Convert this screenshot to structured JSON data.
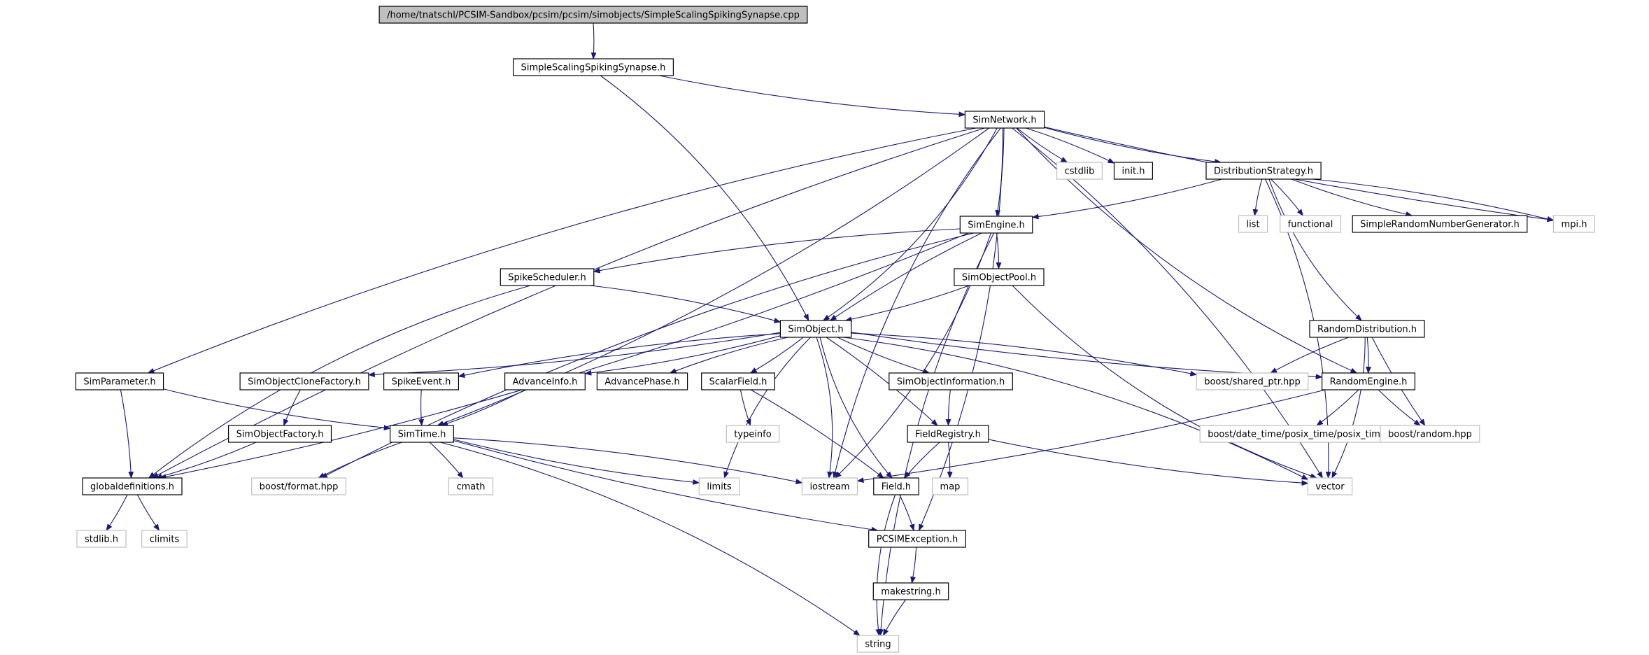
{
  "colors": {
    "edge": "#191970",
    "root_fill": "#bfbfbf",
    "lib_border": "#bfbfbf",
    "node_border": "#000000"
  },
  "nodes": [
    {
      "id": "root",
      "label": "/home/tnatschl/PCSIM-Sandbox/pcsim/pcsim/simobjects/SimpleScalingSpikingSynapse.cpp",
      "kind": "root"
    },
    {
      "id": "sssyn",
      "label": "SimpleScalingSpikingSynapse.h",
      "kind": "file"
    },
    {
      "id": "simnet",
      "label": "SimNetwork.h",
      "kind": "file"
    },
    {
      "id": "cstdlib",
      "label": "cstdlib",
      "kind": "lib"
    },
    {
      "id": "init",
      "label": "init.h",
      "kind": "file"
    },
    {
      "id": "diststrat",
      "label": "DistributionStrategy.h",
      "kind": "file"
    },
    {
      "id": "simengine",
      "label": "SimEngine.h",
      "kind": "file"
    },
    {
      "id": "list",
      "label": "list",
      "kind": "lib"
    },
    {
      "id": "functional",
      "label": "functional",
      "kind": "lib"
    },
    {
      "id": "srng",
      "label": "SimpleRandomNumberGenerator.h",
      "kind": "file"
    },
    {
      "id": "mpi",
      "label": "mpi.h",
      "kind": "lib"
    },
    {
      "id": "spikesched",
      "label": "SpikeScheduler.h",
      "kind": "file"
    },
    {
      "id": "simobjpool",
      "label": "SimObjectPool.h",
      "kind": "file"
    },
    {
      "id": "simobject",
      "label": "SimObject.h",
      "kind": "file"
    },
    {
      "id": "randdist",
      "label": "RandomDistribution.h",
      "kind": "file"
    },
    {
      "id": "simparam",
      "label": "SimParameter.h",
      "kind": "file"
    },
    {
      "id": "socf",
      "label": "SimObjectCloneFactory.h",
      "kind": "file"
    },
    {
      "id": "spikeevent",
      "label": "SpikeEvent.h",
      "kind": "file"
    },
    {
      "id": "advinfo",
      "label": "AdvanceInfo.h",
      "kind": "file"
    },
    {
      "id": "advphase",
      "label": "AdvancePhase.h",
      "kind": "file"
    },
    {
      "id": "scalarfield",
      "label": "ScalarField.h",
      "kind": "file"
    },
    {
      "id": "soinfo",
      "label": "SimObjectInformation.h",
      "kind": "file"
    },
    {
      "id": "sharedptr",
      "label": "boost/shared_ptr.hpp",
      "kind": "lib"
    },
    {
      "id": "randeng",
      "label": "RandomEngine.h",
      "kind": "file"
    },
    {
      "id": "sofact",
      "label": "SimObjectFactory.h",
      "kind": "file"
    },
    {
      "id": "simtime",
      "label": "SimTime.h",
      "kind": "file"
    },
    {
      "id": "typeinfo",
      "label": "typeinfo",
      "kind": "lib"
    },
    {
      "id": "fieldreg",
      "label": "FieldRegistry.h",
      "kind": "file"
    },
    {
      "id": "posix",
      "label": "boost/date_time/posix_time/posix_time.hpp",
      "kind": "lib"
    },
    {
      "id": "brandom",
      "label": "boost/random.hpp",
      "kind": "lib"
    },
    {
      "id": "globdef",
      "label": "globaldefinitions.h",
      "kind": "file"
    },
    {
      "id": "bformat",
      "label": "boost/format.hpp",
      "kind": "lib"
    },
    {
      "id": "cmath",
      "label": "cmath",
      "kind": "lib"
    },
    {
      "id": "limits",
      "label": "limits",
      "kind": "lib"
    },
    {
      "id": "iostream",
      "label": "iostream",
      "kind": "lib"
    },
    {
      "id": "field",
      "label": "Field.h",
      "kind": "file"
    },
    {
      "id": "map",
      "label": "map",
      "kind": "lib"
    },
    {
      "id": "vector",
      "label": "vector",
      "kind": "lib"
    },
    {
      "id": "stdlib",
      "label": "stdlib.h",
      "kind": "lib"
    },
    {
      "id": "climits",
      "label": "climits",
      "kind": "lib"
    },
    {
      "id": "pcsimexc",
      "label": "PCSIMException.h",
      "kind": "file"
    },
    {
      "id": "makestring",
      "label": "makestring.h",
      "kind": "file"
    },
    {
      "id": "string",
      "label": "string",
      "kind": "lib"
    }
  ],
  "edges": [
    [
      "root",
      "sssyn"
    ],
    [
      "sssyn",
      "simnet"
    ],
    [
      "sssyn",
      "simobject"
    ],
    [
      "simnet",
      "cstdlib"
    ],
    [
      "simnet",
      "init"
    ],
    [
      "simnet",
      "diststrat"
    ],
    [
      "simnet",
      "simengine"
    ],
    [
      "simnet",
      "mpi"
    ],
    [
      "simnet",
      "simobject"
    ],
    [
      "simnet",
      "simparam"
    ],
    [
      "simnet",
      "simtime"
    ],
    [
      "simnet",
      "iostream"
    ],
    [
      "simnet",
      "pcsimexc"
    ],
    [
      "simnet",
      "randeng"
    ],
    [
      "simnet",
      "vector"
    ],
    [
      "simnet",
      "globdef"
    ],
    [
      "diststrat",
      "simengine"
    ],
    [
      "diststrat",
      "list"
    ],
    [
      "diststrat",
      "functional"
    ],
    [
      "diststrat",
      "srng"
    ],
    [
      "diststrat",
      "mpi"
    ],
    [
      "diststrat",
      "randdist"
    ],
    [
      "diststrat",
      "vector"
    ],
    [
      "simengine",
      "spikesched"
    ],
    [
      "simengine",
      "simobjpool"
    ],
    [
      "simengine",
      "simobject"
    ],
    [
      "simengine",
      "globdef"
    ],
    [
      "simengine",
      "bformat"
    ],
    [
      "simengine",
      "iostream"
    ],
    [
      "simengine",
      "string"
    ],
    [
      "spikesched",
      "simobject"
    ],
    [
      "spikesched",
      "globdef"
    ],
    [
      "simobjpool",
      "simobject"
    ],
    [
      "simobjpool",
      "vector"
    ],
    [
      "simobject",
      "socf"
    ],
    [
      "simobject",
      "spikeevent"
    ],
    [
      "simobject",
      "advinfo"
    ],
    [
      "simobject",
      "advphase"
    ],
    [
      "simobject",
      "scalarfield"
    ],
    [
      "simobject",
      "soinfo"
    ],
    [
      "simobject",
      "sharedptr"
    ],
    [
      "simobject",
      "randeng"
    ],
    [
      "simobject",
      "fieldreg"
    ],
    [
      "simobject",
      "field"
    ],
    [
      "simobject",
      "iostream"
    ],
    [
      "simobject",
      "limits"
    ],
    [
      "simobject",
      "vector"
    ],
    [
      "randdist",
      "sharedptr"
    ],
    [
      "randdist",
      "randeng"
    ],
    [
      "randdist",
      "brandom"
    ],
    [
      "randdist",
      "vector"
    ],
    [
      "simparam",
      "simtime"
    ],
    [
      "simparam",
      "globdef"
    ],
    [
      "socf",
      "sofact"
    ],
    [
      "sofact",
      "globdef"
    ],
    [
      "spikeevent",
      "simtime"
    ],
    [
      "advinfo",
      "simtime"
    ],
    [
      "scalarfield",
      "typeinfo"
    ],
    [
      "scalarfield",
      "field"
    ],
    [
      "soinfo",
      "fieldreg"
    ],
    [
      "randeng",
      "posix"
    ],
    [
      "randeng",
      "brandom"
    ],
    [
      "randeng",
      "iostream"
    ],
    [
      "simtime",
      "bformat"
    ],
    [
      "simtime",
      "cmath"
    ],
    [
      "simtime",
      "limits"
    ],
    [
      "simtime",
      "iostream"
    ],
    [
      "simtime",
      "pcsimexc"
    ],
    [
      "simtime",
      "string"
    ],
    [
      "fieldreg",
      "field"
    ],
    [
      "fieldreg",
      "map"
    ],
    [
      "fieldreg",
      "vector"
    ],
    [
      "globdef",
      "stdlib"
    ],
    [
      "globdef",
      "climits"
    ],
    [
      "field",
      "pcsimexc"
    ],
    [
      "field",
      "string"
    ],
    [
      "pcsimexc",
      "makestring"
    ],
    [
      "makestring",
      "string"
    ]
  ]
}
